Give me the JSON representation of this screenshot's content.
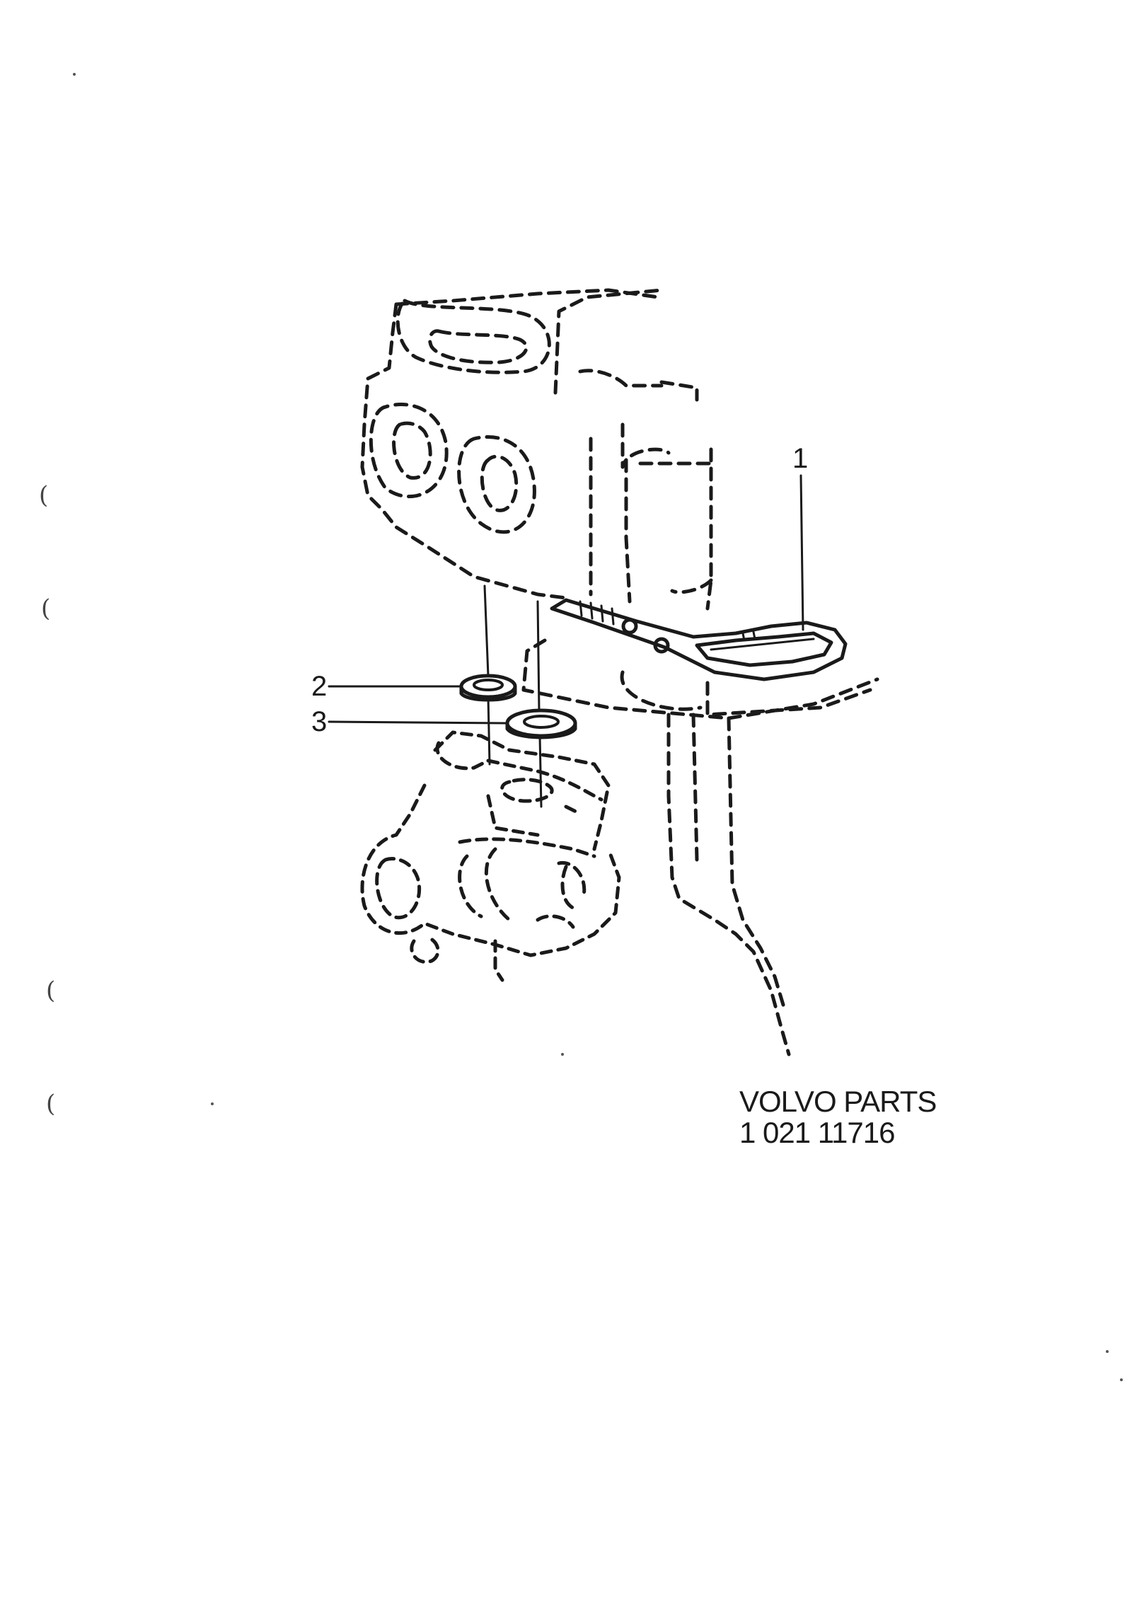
{
  "callouts": {
    "gasket": "1",
    "washer_upper": "2",
    "washer_lower": "3"
  },
  "caption": {
    "brand": "VOLVO PARTS",
    "number": "1 021 11716"
  },
  "margin_marks": [
    "(",
    "(",
    "(",
    "("
  ],
  "colors": {
    "ink": "#1a1a1a",
    "paper": "#ffffff"
  }
}
